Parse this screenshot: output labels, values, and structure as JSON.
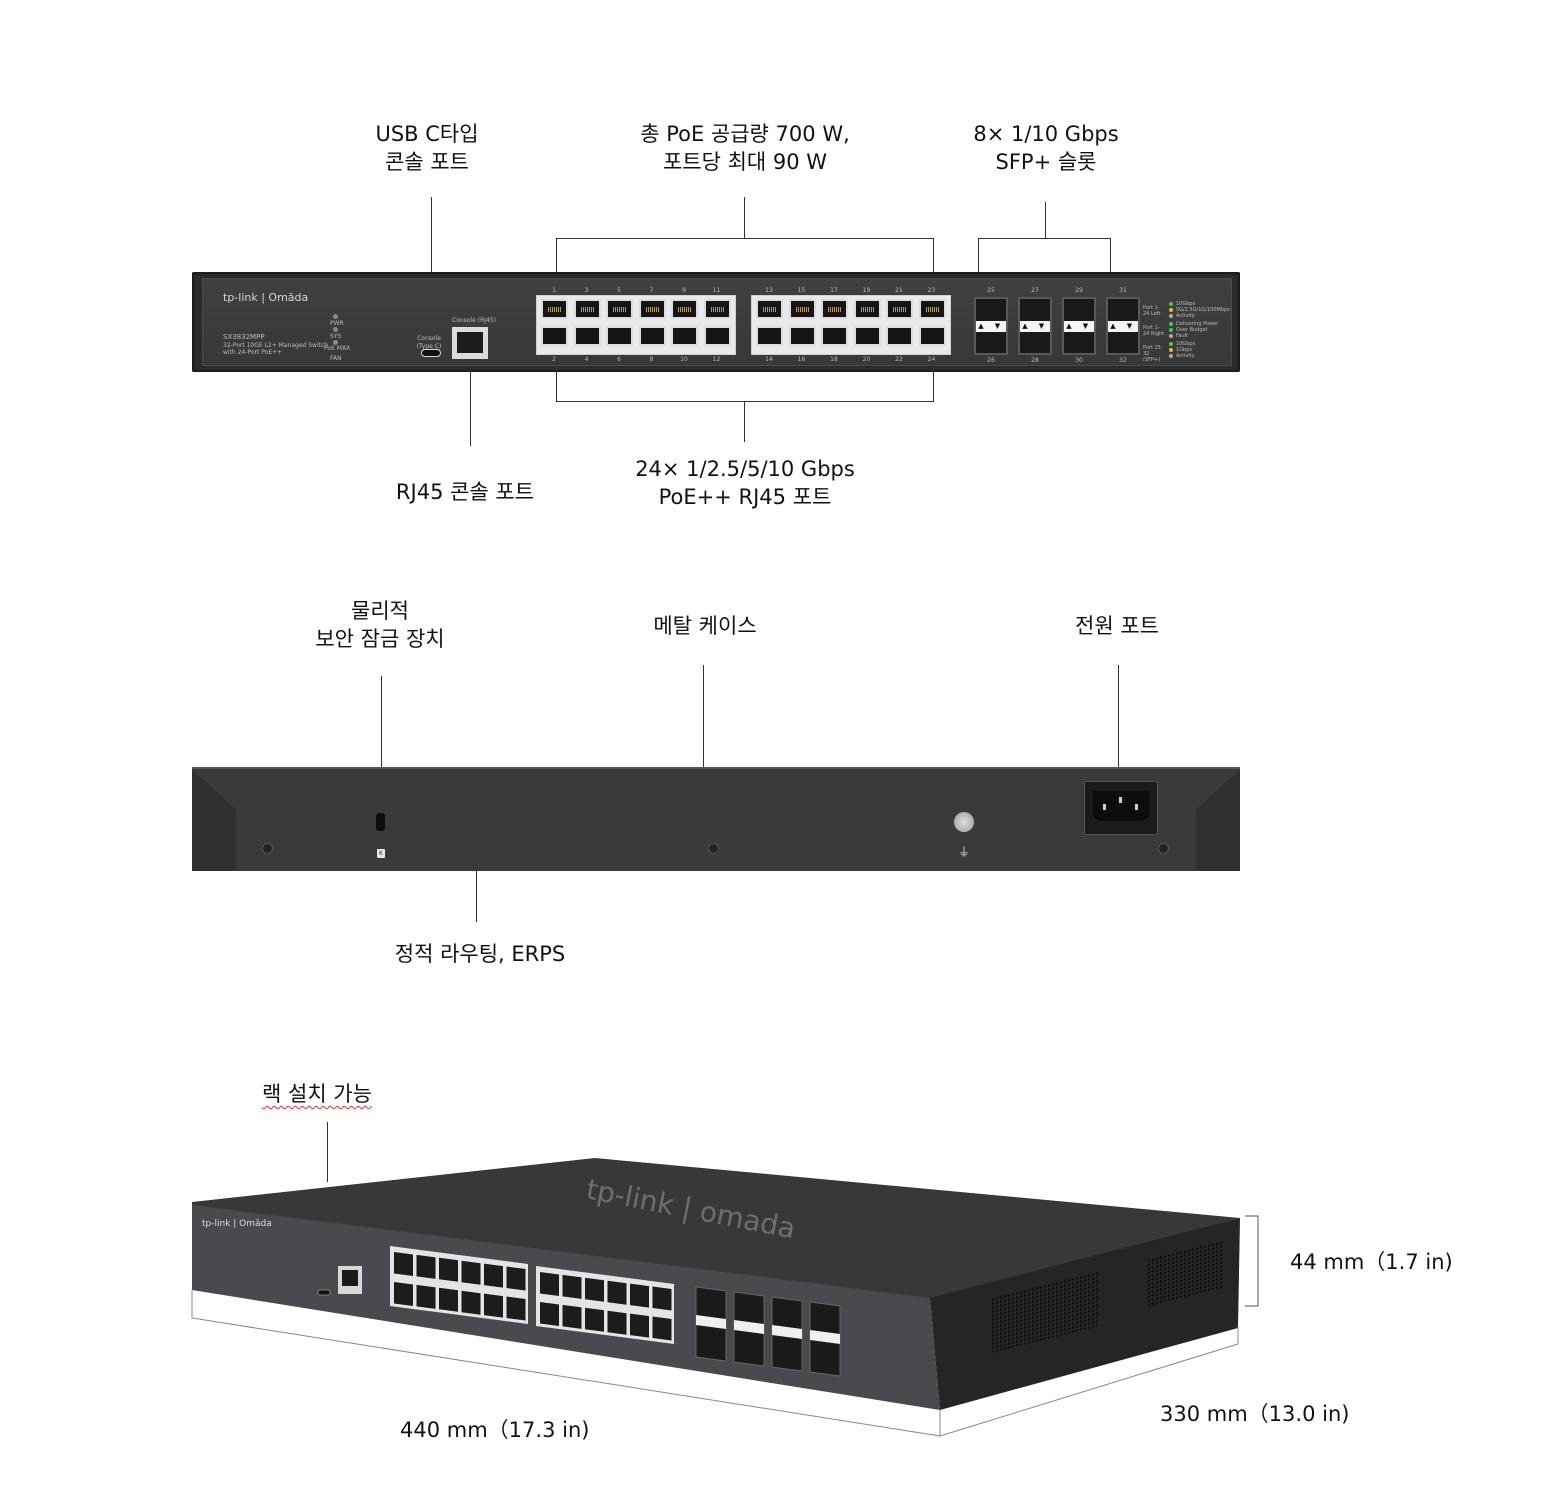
{
  "sections": {
    "front": {
      "callouts": {
        "usb_console": [
          "USB C타입",
          "콘솔 포트"
        ],
        "poe_budget": [
          "총 PoE 공급량 700 W,",
          "포트당 최대 90 W"
        ],
        "sfp_slots": [
          "8× 1/10 Gbps",
          "SFP+ 슬롯"
        ],
        "rj45_console": [
          "RJ45 콘솔 포트"
        ],
        "rj45_ports": [
          "24× 1/2.5/5/10 Gbps",
          "PoE++ RJ45 포트"
        ]
      },
      "device": {
        "brand": "tp-link | Omāda",
        "model": "SX3832MPP",
        "desc_line1": "32-Port 10GE L2+ Managed Switch",
        "desc_line2": "with 24-Port PoE++",
        "leds": [
          "PWR",
          "SYS",
          "PoE MAX",
          "FAN"
        ],
        "console_usb_label": "Console (Type C)",
        "console_rj45_label": "Console (RJ45)",
        "rj_top_ports": [
          "1",
          "3",
          "5",
          "7",
          "9",
          "11",
          "13",
          "15",
          "17",
          "19",
          "21",
          "23"
        ],
        "rj_bottom_ports": [
          "2",
          "4",
          "6",
          "8",
          "10",
          "12",
          "14",
          "16",
          "18",
          "20",
          "22",
          "24"
        ],
        "sfp_top_ports": [
          "25",
          "27",
          "29",
          "31"
        ],
        "sfp_bottom_ports": [
          "26",
          "28",
          "30",
          "32"
        ],
        "legend": [
          {
            "group": "Port 1-24 Left",
            "items": [
              "10Gbps",
              "5G/2.5G/1G/100Mbps",
              "Activity"
            ]
          },
          {
            "group": "Port 1-24 Right",
            "items": [
              "Delivering Power",
              "Over Budget",
              "Fault"
            ]
          },
          {
            "group": "Port 25-32 (SFP+)",
            "items": [
              "10Gbps",
              "1Gbps",
              "Activity"
            ]
          }
        ]
      }
    },
    "back": {
      "callouts": {
        "security_lock": [
          "물리적",
          "보안 잠금 장치"
        ],
        "metal_case": [
          "메탈 케이스"
        ],
        "power_port": [
          "전원 포트"
        ],
        "routing": [
          "정적 라우팅, ERPS"
        ]
      }
    },
    "iso": {
      "callouts": {
        "rack_mount": "랙 설치 가능"
      },
      "dimensions": {
        "height": "44 mm（1.7 in)",
        "depth": "330 mm（13.0 in)",
        "width": "440 mm（17.3 in)"
      },
      "top_logo": "tp-link | omada"
    }
  },
  "colors": {
    "chassis": "#2b2b2d",
    "panel": "#3c3c3f",
    "led_green": "#3fd24a",
    "led_amber": "#f0b429"
  }
}
